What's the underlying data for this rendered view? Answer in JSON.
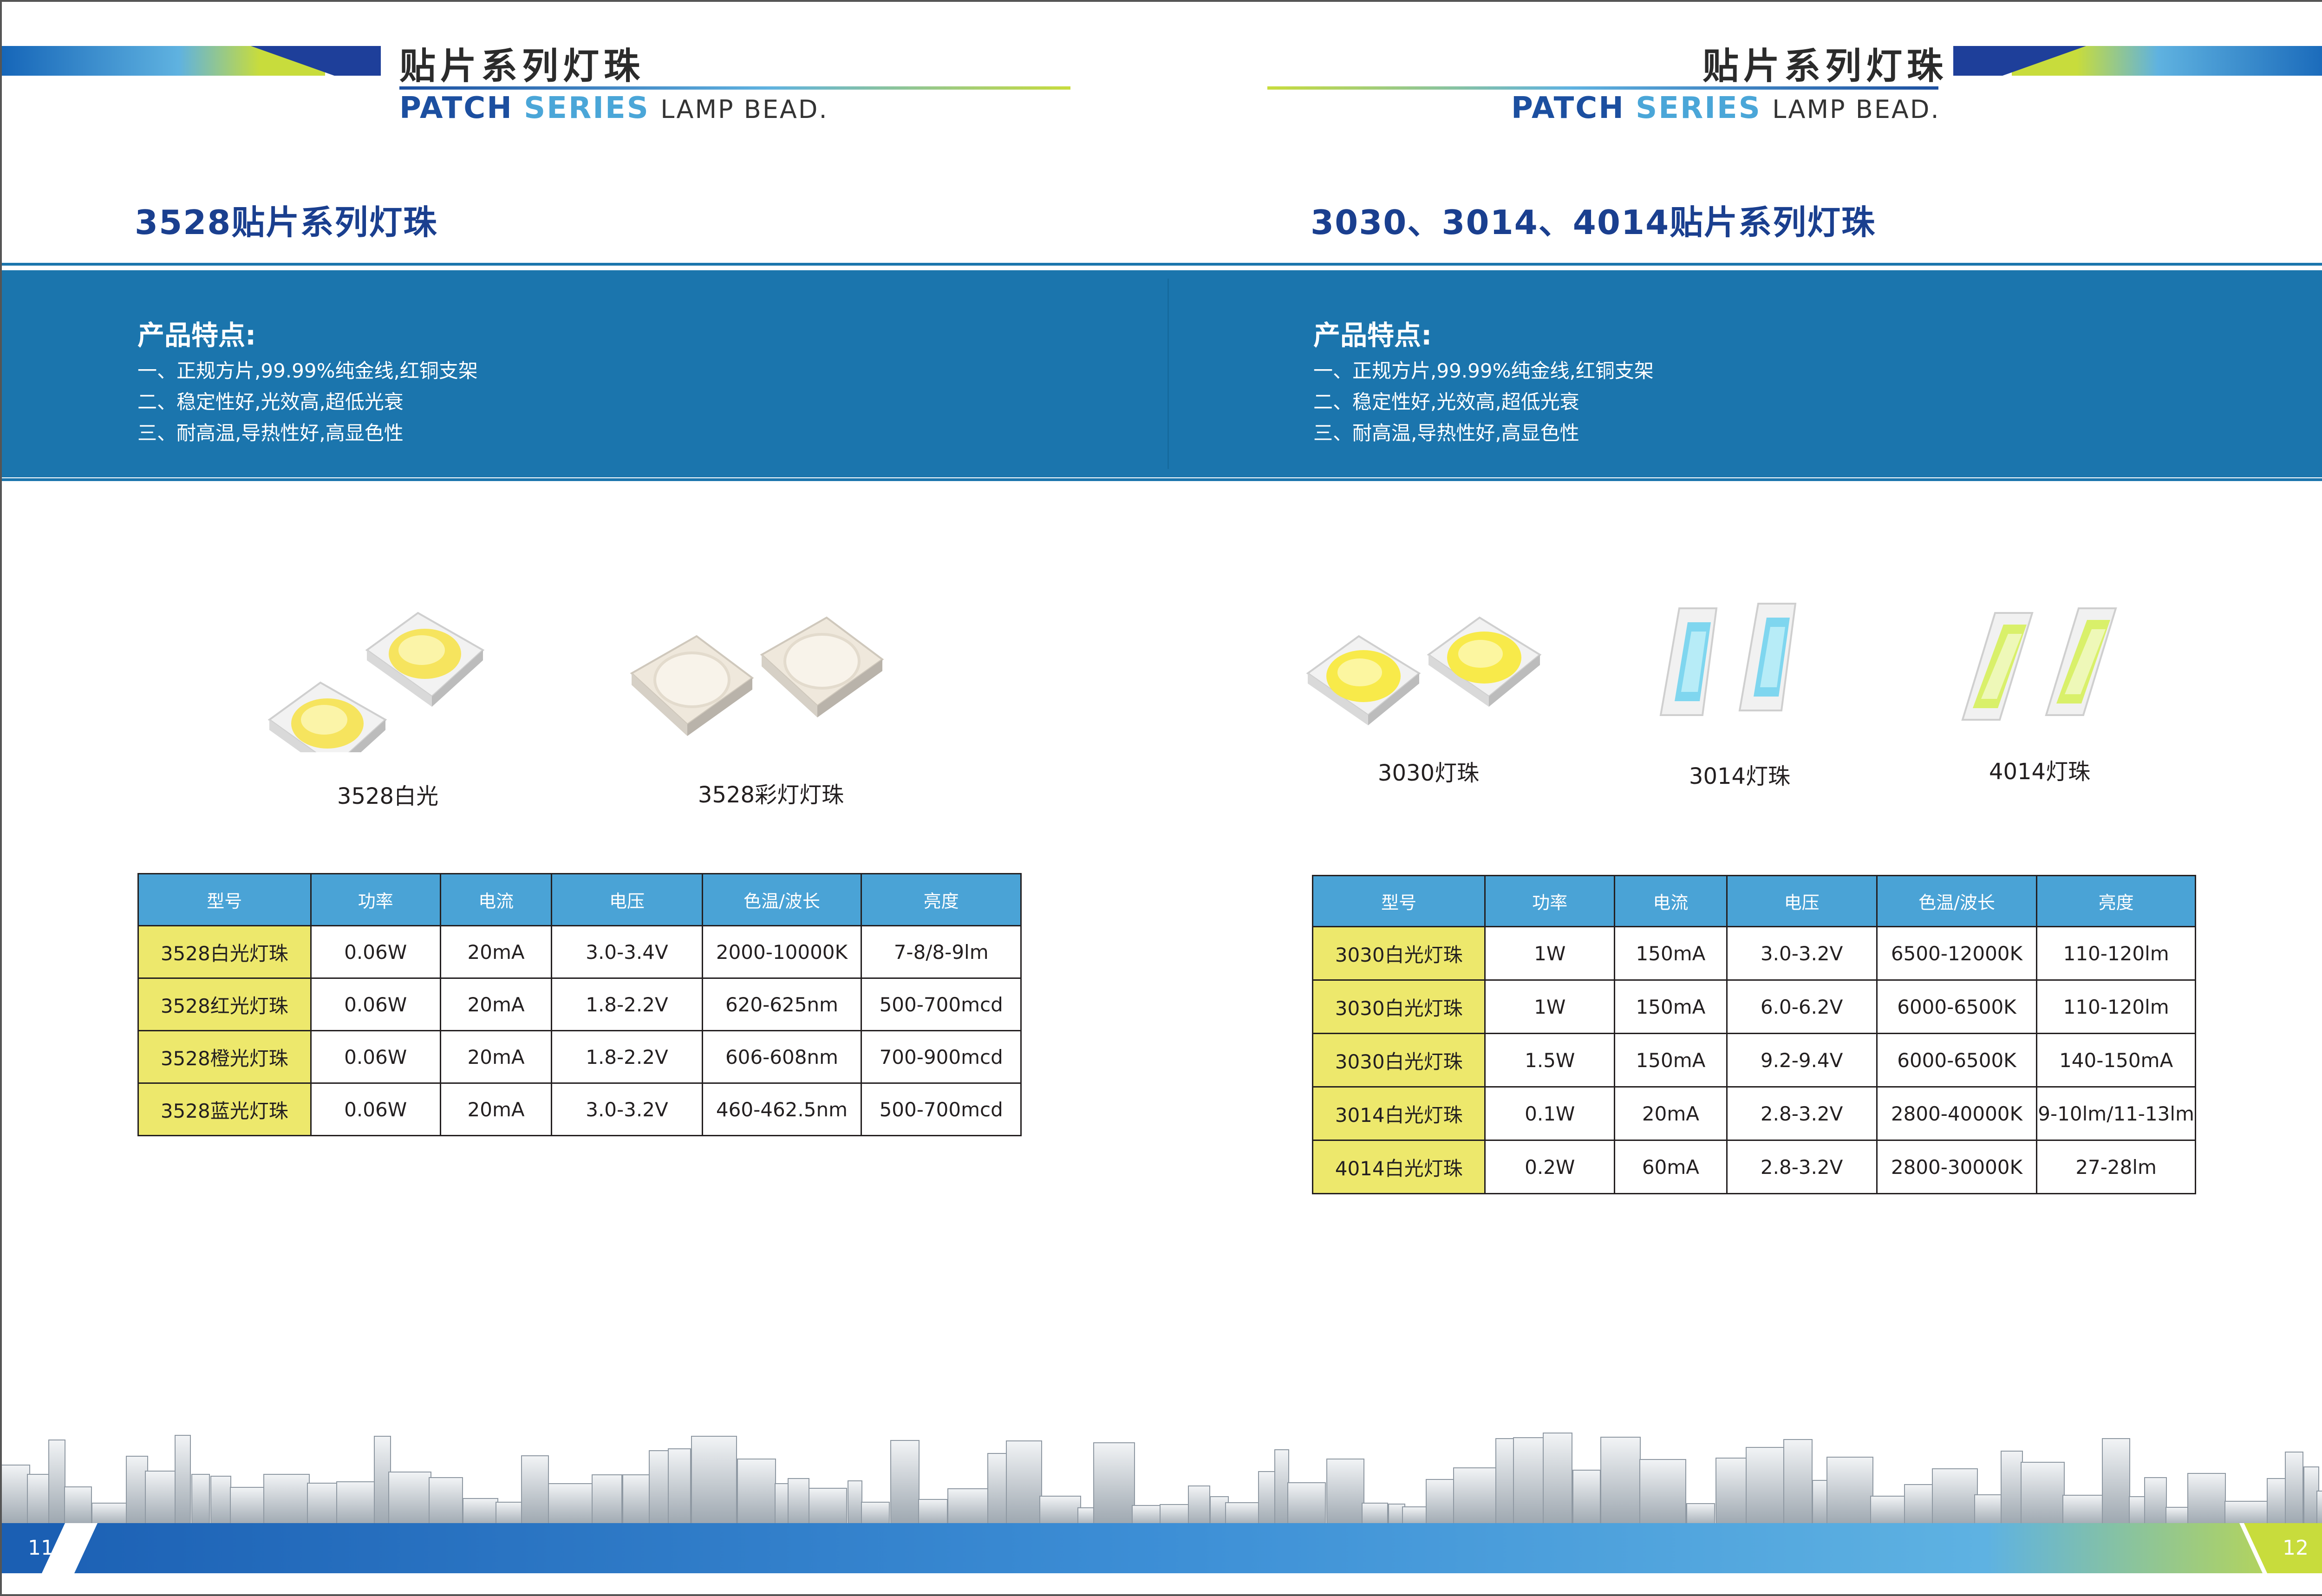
{
  "header": {
    "title_cn": "贴片系列灯珠",
    "title_en_part1": "PATCH",
    "title_en_part2": "SERIES",
    "title_en_part3": "LAMP BEAD."
  },
  "left": {
    "section_title": "3528贴片系列灯珠",
    "features_title": "产品特点:",
    "features": [
      "一、正规方片,99.99%纯金线,红铜支架",
      "二、稳定性好,光效高,超低光衰",
      "三、耐高温,导热性好,高显色性"
    ],
    "products": [
      {
        "caption": "3528白光"
      },
      {
        "caption": "3528彩灯灯珠"
      }
    ],
    "table": {
      "headers": [
        "型号",
        "功率",
        "电流",
        "电压",
        "色温/波长",
        "亮度"
      ],
      "rows": [
        [
          "3528白光灯珠",
          "0.06W",
          "20mA",
          "3.0-3.4V",
          "2000-10000K",
          "7-8/8-9lm"
        ],
        [
          "3528红光灯珠",
          "0.06W",
          "20mA",
          "1.8-2.2V",
          "620-625nm",
          "500-700mcd"
        ],
        [
          "3528橙光灯珠",
          "0.06W",
          "20mA",
          "1.8-2.2V",
          "606-608nm",
          "700-900mcd"
        ],
        [
          "3528蓝光灯珠",
          "0.06W",
          "20mA",
          "3.0-3.2V",
          "460-462.5nm",
          "500-700mcd"
        ]
      ]
    },
    "page_number": "11"
  },
  "right": {
    "section_title": "3030、3014、4014贴片系列灯珠",
    "features_title": "产品特点:",
    "features": [
      "一、正规方片,99.99%纯金线,红铜支架",
      "二、稳定性好,光效高,超低光衰",
      "三、耐高温,导热性好,高显色性"
    ],
    "products": [
      {
        "caption": "3030灯珠"
      },
      {
        "caption": "3014灯珠"
      },
      {
        "caption": "4014灯珠"
      }
    ],
    "table": {
      "headers": [
        "型号",
        "功率",
        "电流",
        "电压",
        "色温/波长",
        "亮度"
      ],
      "rows": [
        [
          "3030白光灯珠",
          "1W",
          "150mA",
          "3.0-3.2V",
          "6500-12000K",
          "110-120lm"
        ],
        [
          "3030白光灯珠",
          "1W",
          "150mA",
          "6.0-6.2V",
          "6000-6500K",
          "110-120lm"
        ],
        [
          "3030白光灯珠",
          "1.5W",
          "150mA",
          "9.2-9.4V",
          "6000-6500K",
          "140-150mA"
        ],
        [
          "3014白光灯珠",
          "0.1W",
          "20mA",
          "2.8-3.2V",
          "2800-40000K",
          "9-10lm/11-13lm"
        ],
        [
          "4014白光灯珠",
          "0.2W",
          "60mA",
          "2.8-3.2V",
          "2800-30000K",
          "27-28lm"
        ]
      ]
    },
    "page_number": "12"
  },
  "colors": {
    "brand_blue": "#1b75ad",
    "header_blue": "#1c4fa0",
    "table_header": "#4aa3d6",
    "model_cell": "#ede86c",
    "accent_green": "#c8dc3c"
  }
}
